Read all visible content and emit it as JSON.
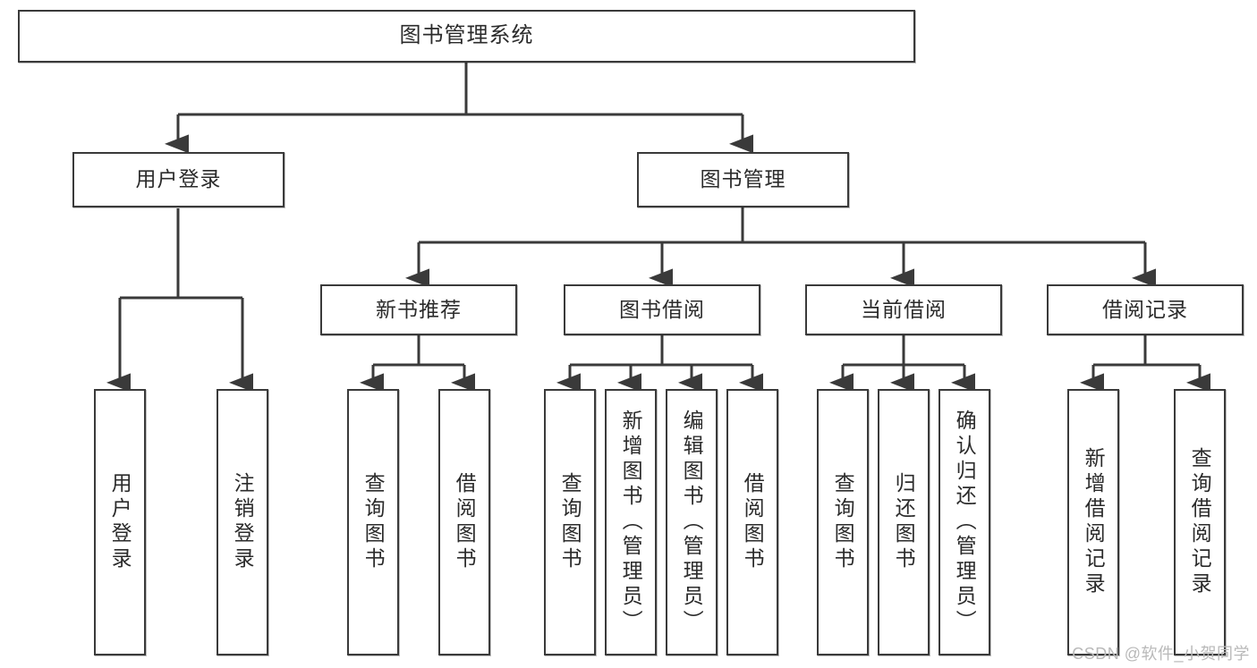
{
  "diagram": {
    "type": "tree-hierarchy",
    "title": "图书管理系统",
    "colors": {
      "box_border": "#3a3a3a",
      "box_fill": "#ffffff",
      "connector": "#3a3a3a",
      "text": "#2b2b2b",
      "watermark": "#b9b9b9",
      "background": "#ffffff"
    },
    "levels": {
      "root": {
        "label": "图书管理系统"
      },
      "level1": [
        {
          "label": "用户登录"
        },
        {
          "label": "图书管理"
        }
      ],
      "level2": [
        {
          "label": "新书推荐"
        },
        {
          "label": "图书借阅"
        },
        {
          "label": "当前借阅"
        },
        {
          "label": "借阅记录"
        }
      ],
      "leaves": {
        "user_login": [
          {
            "label": "用户登录"
          },
          {
            "label": "注销登录"
          }
        ],
        "new_book_recommend": [
          {
            "label": "查询图书"
          },
          {
            "label": "借阅图书"
          }
        ],
        "book_borrow": [
          {
            "label": "查询图书"
          },
          {
            "label": "新增图书（管理员）"
          },
          {
            "label": "编辑图书（管理员）"
          },
          {
            "label": "借阅图书"
          }
        ],
        "current_borrow": [
          {
            "label": "查询图书"
          },
          {
            "label": "归还图书"
          },
          {
            "label": "确认归还（管理员）"
          }
        ],
        "borrow_record": [
          {
            "label": "新增借阅记录"
          },
          {
            "label": "查询借阅记录"
          }
        ]
      }
    },
    "watermark": "CSDN @软件_小贺同学"
  }
}
